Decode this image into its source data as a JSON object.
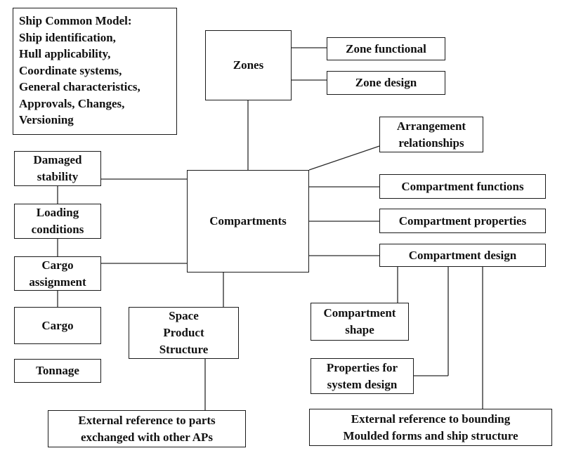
{
  "diagram": {
    "ship_common_model": {
      "title": "Ship Common Model:",
      "items": [
        "Ship identification,",
        "Hull applicability,",
        "Coordinate systems,",
        "General characteristics,",
        "Approvals, Changes,",
        "Versioning"
      ]
    },
    "zones": "Zones",
    "zone_functional": "Zone functional",
    "zone_design": "Zone design",
    "arrangement_relationships": [
      "Arrangement",
      "relationships"
    ],
    "compartments": "Compartments",
    "damaged_stability": [
      "Damaged",
      "stability"
    ],
    "loading_conditions": [
      "Loading",
      "conditions"
    ],
    "cargo_assignment": [
      "Cargo",
      "assignment"
    ],
    "cargo": "Cargo",
    "tonnage": "Tonnage",
    "space_product_structure": [
      "Space",
      "Product",
      "Structure"
    ],
    "compartment_functions": "Compartment functions",
    "compartment_properties": "Compartment properties",
    "compartment_design": "Compartment design",
    "compartment_shape": [
      "Compartment",
      "shape"
    ],
    "properties_system_design": [
      "Properties for",
      "system design"
    ],
    "external_ref_parts": [
      "External reference to parts",
      "exchanged with other APs"
    ],
    "external_ref_bounding": [
      "External reference to bounding",
      "Moulded forms and ship structure"
    ]
  }
}
